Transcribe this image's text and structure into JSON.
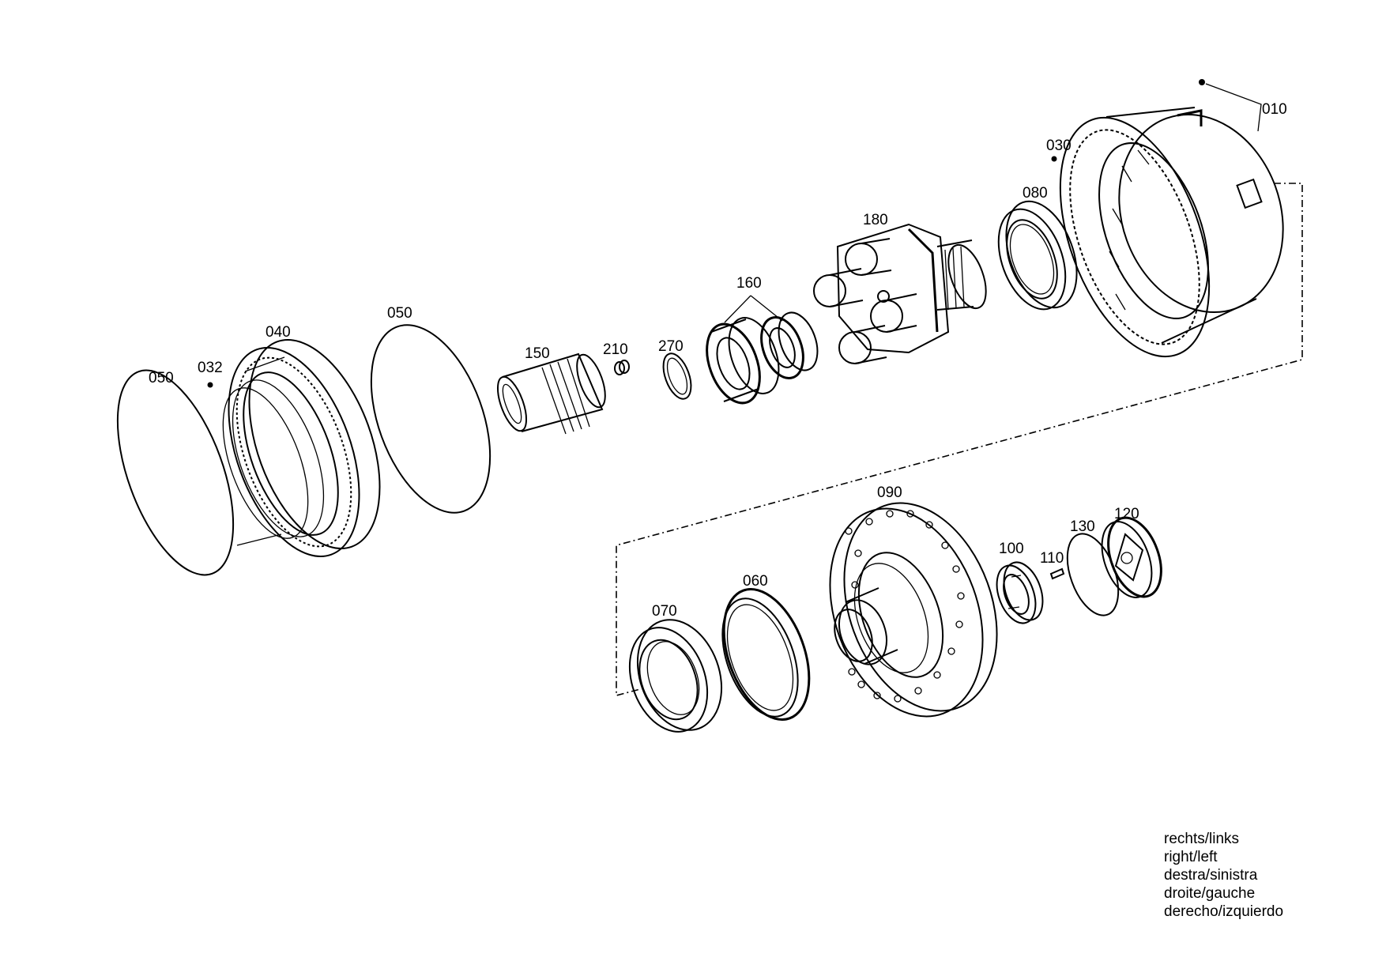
{
  "parts": {
    "p010": "010",
    "p030": "030",
    "p080": "080",
    "p180": "180",
    "p160": "160",
    "p270": "270",
    "p210": "210",
    "p150": "150",
    "p050a": "050",
    "p050b": "050",
    "p040": "040",
    "p032": "032",
    "p090": "090",
    "p060": "060",
    "p070": "070",
    "p100": "100",
    "p110": "110",
    "p130": "130",
    "p120": "120"
  },
  "legend": [
    "rechts/links",
    "right/left",
    "destra/sinistra",
    "droite/gauche",
    "derecho/izquierdo"
  ]
}
